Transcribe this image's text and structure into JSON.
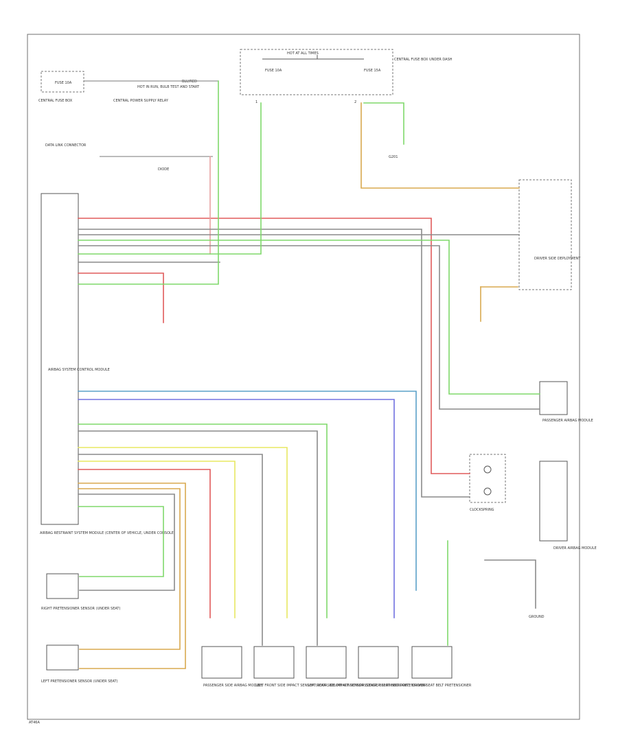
{
  "footer_code": "AT46A",
  "top_box": {
    "title": "HOT AT ALL TIMES",
    "fuse_left": "FUSE 10A",
    "fuse_right": "FUSE 15A",
    "note_right": "CENTRAL FUSE BOX UNDER DASH",
    "pin_left": "1",
    "pin_right": "2",
    "ground": "G201"
  },
  "top_left": {
    "fuse_label": "FUSE 10A",
    "relay_label": "CENTRAL POWER SUPPLY RELAY",
    "note": "HOT IN RUN, BULB TEST AND START",
    "wire_label": "BLU/RED",
    "left_note": "CENTRAL FUSE BOX"
  },
  "diode": {
    "left_label": "DATA LINK CONNECTOR",
    "note": "DIODE"
  },
  "main_module": {
    "name": "AIRBAG SYSTEM CONTROL MODULE",
    "footer": "AIRBAG RESTRAINT SYSTEM MODULE (CENTER OF VEHICLE, UNDER CONSOLE)"
  },
  "right_side": {
    "squib_label": "DRIVER SIDE DEPLOYMENT",
    "clockspring": "CLOCKSPRING",
    "driver_airbag": "DRIVER AIRBAG MODULE",
    "passenger_module": "PASSENGER AIRBAG MODULE",
    "ground_note": "GROUND"
  },
  "bottom_modules": [
    {
      "name": "PASSENGER SIDE AIRBAG MODULE"
    },
    {
      "name": "LEFT FRONT SIDE IMPACT SENSOR (DOOR, BELOW WINDOW)"
    },
    {
      "name": "LEFT REAR SIDE IMPACT SENSOR (DOOR, BELOW WINDOW)"
    },
    {
      "name": "PASSENGER SEAT BELT PRETENSIONER"
    },
    {
      "name": "DRIVER SEAT BELT PRETENSIONER"
    }
  ],
  "bottom_left": {
    "top_label": "RIGHT PRETENSIONER SENSOR (UNDER SEAT)",
    "bottom_label": "LEFT PRETENSIONER SENSOR (UNDER SEAT)"
  },
  "wire_colors": {
    "red": "#e05a5a",
    "pink": "#e8a0a0",
    "green": "#7fd86a",
    "orange": "#d9a84e",
    "blue": "#7070e0",
    "cyan": "#5aa0c8",
    "yellow": "#e8e860",
    "gray": "#8a8a8a"
  }
}
